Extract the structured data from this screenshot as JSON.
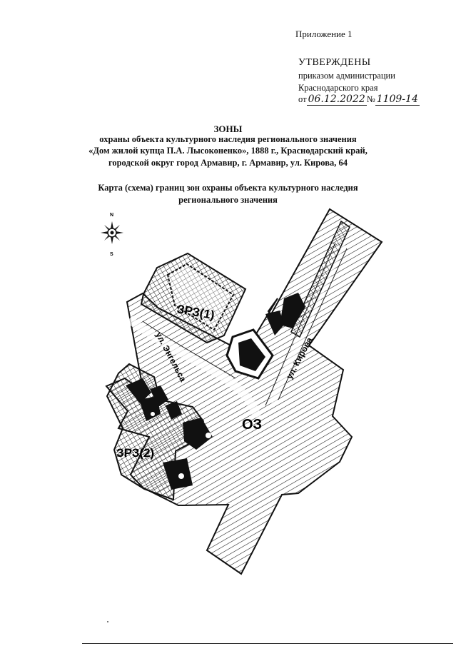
{
  "header": {
    "appendix": "Приложение 1",
    "approved": "УТВЕРЖДЕНЫ",
    "order_line1": "приказом администрации",
    "order_line2": "Краснодарского края",
    "order_from": "от",
    "order_date": "06.12.2022",
    "order_no_label": "№",
    "order_no": "1109-14"
  },
  "title": {
    "line1": "ЗОНЫ",
    "line2": "охраны объекта культурного наследия регионального значения",
    "line3": "«Дом жилой купца П.А. Лысоконенко», 1888 г., Краснодарский край,",
    "line4": "городской округ город Армавир, г. Армавир, ул. Кирова, 64",
    "map_line1": "Карта (схема) границ зон охраны объекта культурного наследия",
    "map_line2": "регионального значения"
  },
  "map": {
    "compass_n": "N",
    "compass_s": "S",
    "zone_zrz1": "ЗРЗ(1)",
    "zone_zrz2": "ЗРЗ(2)",
    "zone_oz": "ОЗ",
    "street_engelsa": "ул. Энгельса",
    "street_kirova": "ул. Кирова"
  }
}
